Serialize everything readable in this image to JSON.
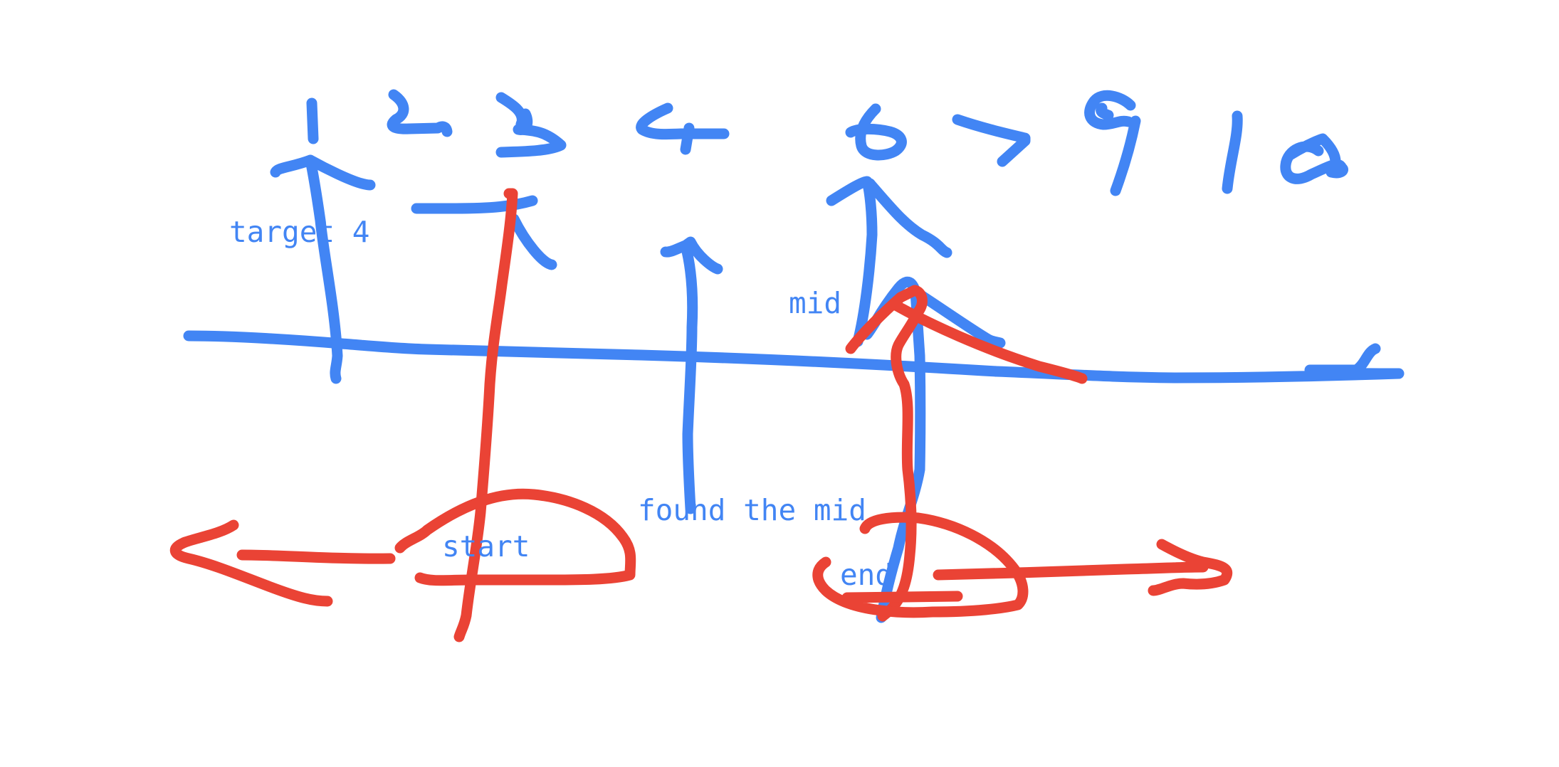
{
  "colors": {
    "blue_ink": "#4285f4",
    "red_ink": "#ea4335",
    "background": "#ffffff"
  },
  "sequence_digits": [
    "1",
    "2",
    "3",
    "4",
    "6",
    "7",
    "9",
    "10"
  ],
  "labels": {
    "target": "target 4",
    "mid": "mid",
    "found_the_mid": "found the mid",
    "start": "start",
    "end": "end"
  }
}
